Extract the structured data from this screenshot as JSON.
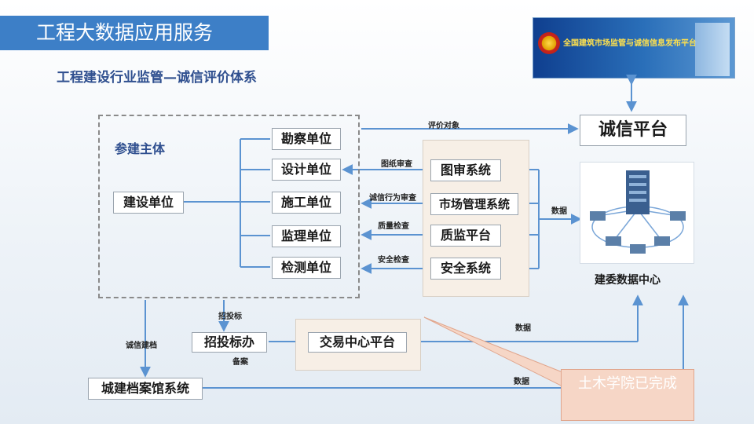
{
  "header": {
    "title": "工程大数据应用服务",
    "subtitle": "工程建设行业监管—诚信评价体系"
  },
  "logo": {
    "text": "全国建筑市场监管与诚信信息发布平台"
  },
  "group": {
    "label": "参建主体"
  },
  "construction_unit": "建设单位",
  "participants": [
    "勘察单位",
    "设计单位",
    "施工单位",
    "监理单位",
    "检测单位"
  ],
  "systems": [
    "图审系统",
    "市场管理系统",
    "质监平台",
    "安全系统"
  ],
  "credit_platform": "诚信平台",
  "data_center": {
    "label": "建委数据中心"
  },
  "bidding": "招投标办",
  "trade_center": "交易中心平台",
  "archive": "城建档案馆系统",
  "callout": "土木学院已完成",
  "edge_labels": {
    "evaluation": "评价对象",
    "drawing_review": "图纸审查",
    "credit_review": "诚信行为审查",
    "quality_check": "质量检查",
    "safety_check": "安全检查",
    "data_1": "数据",
    "data_2": "数据",
    "data_3": "数据",
    "bidding_top": "招投标",
    "filing": "备案",
    "archive_build": "诚信建档"
  },
  "colors": {
    "accent": "#3d7fc7",
    "arrow": "#5b93d1",
    "server": "#3a5f8f"
  }
}
